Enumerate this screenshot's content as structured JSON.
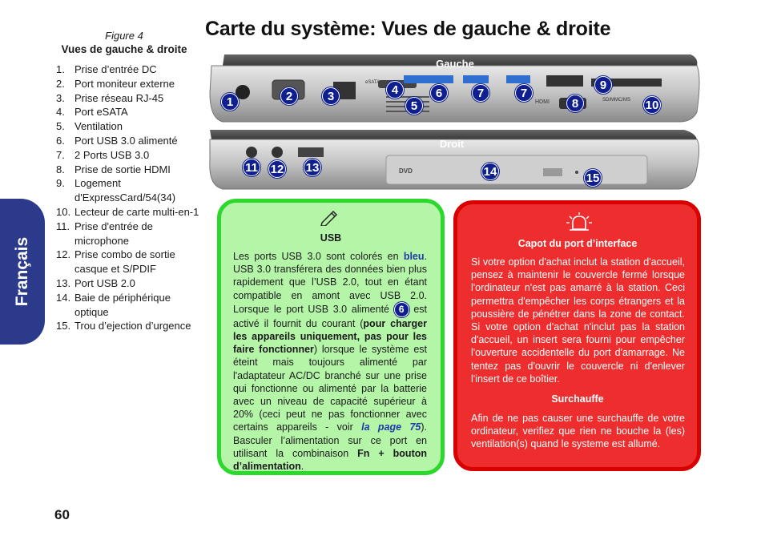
{
  "sidebar": {
    "language_tab": "Français"
  },
  "figure": {
    "label": "Figure 4",
    "title": "Vues de gauche & droite"
  },
  "legend": [
    {
      "n": "1.",
      "t": "Prise d’entrée DC"
    },
    {
      "n": "2.",
      "t": "Port moniteur externe"
    },
    {
      "n": "3.",
      "t": "Prise réseau RJ-45"
    },
    {
      "n": "4.",
      "t": "Port eSATA"
    },
    {
      "n": "5.",
      "t": "Ventilation"
    },
    {
      "n": "6.",
      "t": "Port USB 3.0 alimenté"
    },
    {
      "n": "7.",
      "t": "2 Ports USB 3.0"
    },
    {
      "n": "8.",
      "t": "Prise de sortie HDMI"
    },
    {
      "n": "9.",
      "t": "Logement d'ExpressCard/54(34)"
    },
    {
      "n": "10.",
      "t": "Lecteur de carte multi-en-1"
    },
    {
      "n": "11.",
      "t": "Prise d'entrée de microphone"
    },
    {
      "n": "12.",
      "t": "Prise combo de sortie casque et S/PDIF"
    },
    {
      "n": "13.",
      "t": "Port USB 2.0"
    },
    {
      "n": "14.",
      "t": "Baie de périphérique optique"
    },
    {
      "n": "15.",
      "t": "Trou d’ejection d’urgence"
    }
  ],
  "page": {
    "title": "Carte du système: Vues de gauche & droite",
    "number": "60"
  },
  "views": {
    "left_label": "Gauche",
    "right_label": "Droit",
    "left_callouts": [
      "1",
      "2",
      "3",
      "4",
      "5",
      "6",
      "7",
      "7",
      "8",
      "9",
      "10"
    ],
    "right_callouts": [
      "11",
      "12",
      "13",
      "14",
      "15"
    ],
    "port_marks": {
      "esata": "eSATA",
      "hdmi": "HDMI",
      "card": "SD/MMC/MS",
      "dvd": "DVD"
    }
  },
  "usb_note": {
    "title": "USB",
    "p1": "Les ports USB 3.0 sont colorés en ",
    "p1_bold": "bleu",
    "p2": ". USB 3.0 transférera des données bien plus rapidement que l’USB 2.0, tout en étant compatible en amont avec USB 2.0. Lorsque le port USB 3.0 alimenté ",
    "callout": "6",
    "p3": " est activé il fournit du courant (",
    "p3_bold": "pour charger les appareils uniquement, pas pour les faire fonctionner",
    "p4": ") lorsque le système est éteint mais toujours alimenté par l'adaptateur AC/DC branché sur une prise qui fonctionne ou alimenté par la batterie avec un niveau de capacité supérieur à 20% (ceci peut ne pas fonctionner avec certains appareils - voir ",
    "link": "la page 75",
    "p5": "). Basculer l’alimentation sur ce port en utilisant la combinaison ",
    "p5_bold": "Fn + bouton d’alimentation",
    "p6": "."
  },
  "cover_note": {
    "title": "Capot du port d’interface",
    "body": "Si votre option d'achat inclut la station d'accueil, pensez à maintenir le couvercle fermé lorsque l'ordinateur n'est pas amarré à la station. Ceci permettra d'empêcher les corps étrangers et la poussière de pénétrer dans la zone de contact. Si votre option d'achat n'inclut pas la station d'accueil, un insert sera fourni pour empêcher l'ouverture accidentelle du port d'amarrage. Ne tentez pas d'ouvrir le couvercle ni d'enlever l'insert de ce boîtier.",
    "title2": "Surchauffe",
    "body2": "Afin de ne pas causer une surchauffe de votre ordinateur, verifiez que rien ne bouche la (les) ventilation(s) quand le systeme est allumé."
  },
  "colors": {
    "tab": "#2b3a8a",
    "callout": "#0f1f8f",
    "usb_bg": "#b4f5a8",
    "usb_border": "#2bd82b",
    "warn_bg": "#ee2e2e",
    "warn_border": "#d80000"
  }
}
